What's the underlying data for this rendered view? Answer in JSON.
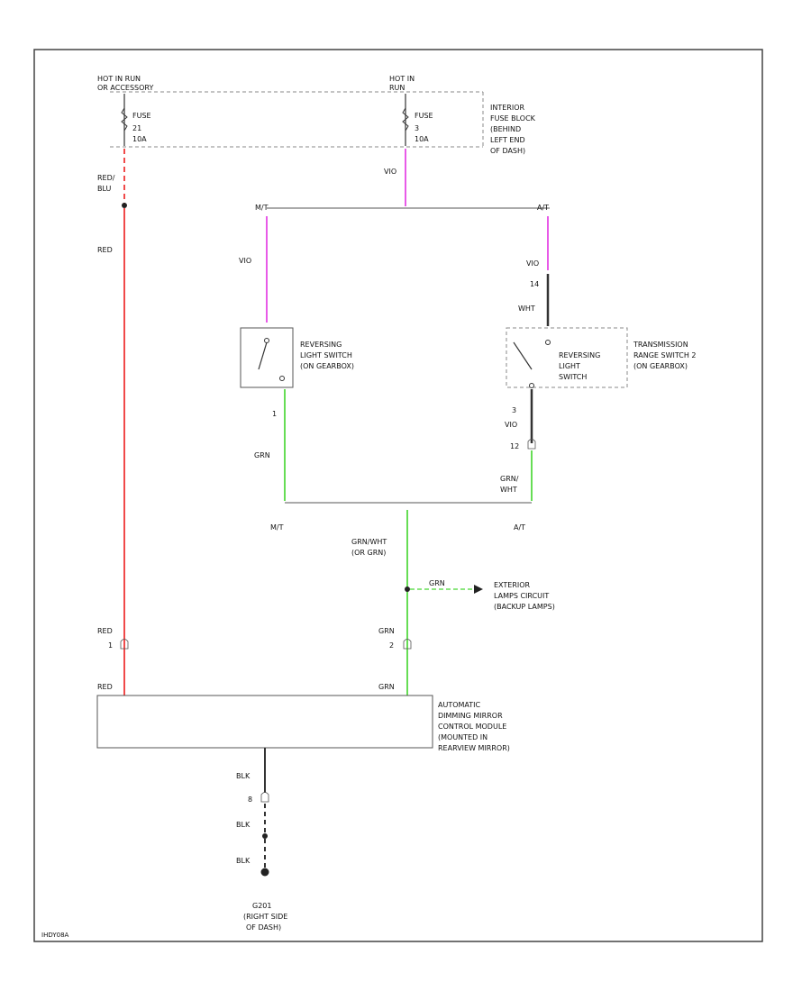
{
  "colors": {
    "red_wire": "#f04a4a",
    "violet_wire": "#e85ae8",
    "green_wire": "#66dd55",
    "black_wire": "#333333",
    "frame": "#444444",
    "dashed": "#888888"
  },
  "power": {
    "hot_left_l1": "HOT IN RUN",
    "hot_left_l2": "OR ACCESSORY",
    "hot_right_l1": "HOT IN",
    "hot_right_l2": "RUN",
    "fuse_left_l1": "FUSE",
    "fuse_left_l2": "21",
    "fuse_left_l3": "10A",
    "fuse_right_l1": "FUSE",
    "fuse_right_l2": "3",
    "fuse_right_l3": "10A",
    "fuse_block_l1": "INTERIOR",
    "fuse_block_l2": "FUSE BLOCK",
    "fuse_block_l3": "(BEHIND",
    "fuse_block_l4": "LEFT END",
    "fuse_block_l5": "OF DASH)"
  },
  "wires": {
    "red_blu_l1": "RED/",
    "red_blu_l2": "BLU",
    "red": "RED",
    "vio": "VIO",
    "vio_top": "VIO",
    "vio_left": "VIO",
    "vio_right": "VIO",
    "wht": "WHT",
    "vio_wht_mid": "VIO",
    "grn": "GRN",
    "grn_wht_l1": "GRN/",
    "grn_wht_l2": "WHT",
    "grn_wht_or_grn_l1": "GRN/WHT",
    "grn_wht_or_grn_l2": "(OR GRN)",
    "grn_branch": "GRN",
    "red_low1": "RED",
    "red_low2": "RED",
    "grn_low1": "GRN",
    "grn_low2": "GRN",
    "blk1": "BLK",
    "blk2": "BLK",
    "blk3": "BLK"
  },
  "transmission": {
    "mt_top": "M/T",
    "at_top": "A/T",
    "mt_bottom": "M/T",
    "at_bottom": "A/T"
  },
  "pins": {
    "right_top": "14",
    "left_switch": "1",
    "right_switch": "3",
    "right_lower": "12",
    "module_left": "1",
    "module_right": "2",
    "module_ground": "8"
  },
  "components": {
    "rev_switch_mt_l1": "REVERSING",
    "rev_switch_mt_l2": "LIGHT SWITCH",
    "rev_switch_mt_l3": "(ON GEARBOX)",
    "rev_switch_at_l1": "REVERSING",
    "rev_switch_at_l2": "LIGHT",
    "rev_switch_at_l3": "SWITCH",
    "trans_range_l1": "TRANSMISSION",
    "trans_range_l2": "RANGE SWITCH 2",
    "trans_range_l3": "(ON GEARBOX)",
    "exterior_l1": "EXTERIOR",
    "exterior_l2": "LAMPS CIRCUIT",
    "exterior_l3": "(BACKUP LAMPS)",
    "module_l1": "AUTOMATIC",
    "module_l2": "DIMMING MIRROR",
    "module_l3": "CONTROL MODULE",
    "module_l4": "(MOUNTED IN",
    "module_l5": "REARVIEW MIRROR)",
    "ground_l1": "G201",
    "ground_l2": "(RIGHT SIDE",
    "ground_l3": "OF DASH)"
  },
  "footer": {
    "code": "IHDY08A"
  }
}
